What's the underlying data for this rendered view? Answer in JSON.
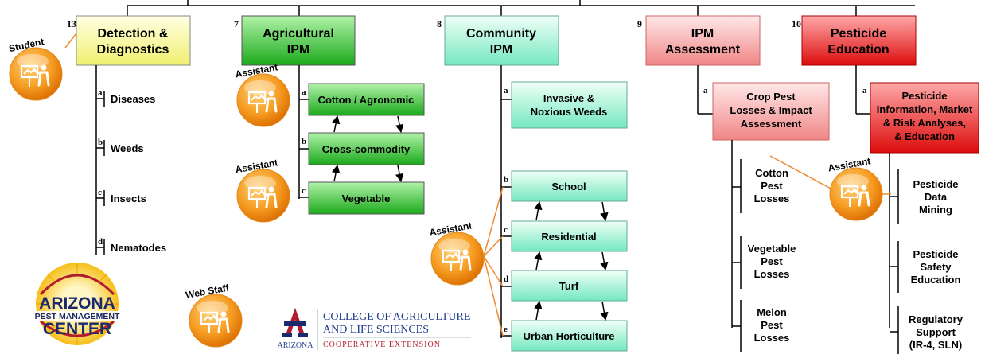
{
  "nodes": [
    {
      "num": "13",
      "title": [
        "Detection &",
        "Diagnostics"
      ],
      "color": "yellow"
    },
    {
      "num": "7",
      "title": [
        "Agricultural",
        "IPM"
      ],
      "color": "green"
    },
    {
      "num": "8",
      "title": [
        "Community",
        "IPM"
      ],
      "color": "mint"
    },
    {
      "num": "9",
      "title": [
        "IPM",
        "Assessment"
      ],
      "color": "pink"
    },
    {
      "num": "10",
      "title": [
        "Pesticide",
        "Education"
      ],
      "color": "red"
    }
  ],
  "detection_items": [
    {
      "letter": "a",
      "label": "Diseases"
    },
    {
      "letter": "b",
      "label": "Weeds"
    },
    {
      "letter": "c",
      "label": "Insects"
    },
    {
      "letter": "d",
      "label": "Nematodes"
    }
  ],
  "ag_items": [
    {
      "letter": "a",
      "label": "Cotton / Agronomic"
    },
    {
      "letter": "b",
      "label": "Cross-commodity"
    },
    {
      "letter": "c",
      "label": "Vegetable"
    }
  ],
  "community_items": [
    {
      "letter": "a",
      "label": [
        "Invasive &",
        "Noxious Weeds"
      ]
    },
    {
      "letter": "b",
      "label": [
        "School"
      ]
    },
    {
      "letter": "c",
      "label": [
        "Residential"
      ]
    },
    {
      "letter": "d",
      "label": [
        "Turf"
      ]
    },
    {
      "letter": "e",
      "label": [
        "Urban Horticulture"
      ]
    }
  ],
  "assessment_sub": {
    "letter": "a",
    "label": [
      "Crop Pest",
      "Losses & Impact",
      "Assessment"
    ]
  },
  "assessment_items": [
    [
      "Cotton",
      "Pest",
      "Losses"
    ],
    [
      "Vegetable",
      "Pest",
      "Losses"
    ],
    [
      "Melon",
      "Pest",
      "Losses"
    ]
  ],
  "education_sub": {
    "letter": "a",
    "label": [
      "Pesticide",
      "Information, Market",
      "& Risk Analyses,",
      "& Education"
    ]
  },
  "education_items": [
    [
      "Pesticide",
      "Data",
      "Mining"
    ],
    [
      "Pesticide",
      "Safety",
      "Education"
    ],
    [
      "Regulatory",
      "Support",
      "(IR-4, SLN)"
    ]
  ],
  "badges": {
    "student": "Student",
    "assistant": "Assistant",
    "web_staff": "Web Staff"
  },
  "logos": {
    "apmc": [
      "ARIZONA",
      "PEST MANAGEMENT",
      "CENTER"
    ],
    "college": [
      "COLLEGE OF AGRICULTURE",
      "AND LIFE SCIENCES"
    ],
    "extension": "COOPERATIVE EXTENSION",
    "arizona": "ARIZONA"
  },
  "colors": {
    "yellow": [
      "#ffffe0",
      "#f0f070"
    ],
    "green": [
      "#a8f0a0",
      "#1fae1f"
    ],
    "mint": [
      "#eafff6",
      "#7cecc4"
    ],
    "pink": [
      "#ffe3e3",
      "#f08a8a"
    ],
    "red": [
      "#ff9a9a",
      "#e01010"
    ],
    "orange_accent": "#f08a30",
    "navy": "#1b2a6b",
    "ua_red": "#b01c2e"
  }
}
